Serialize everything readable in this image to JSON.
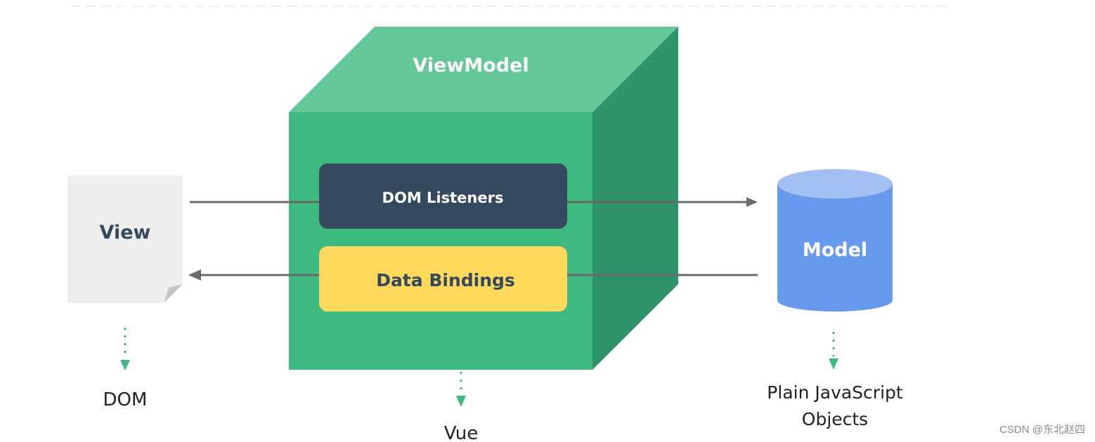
{
  "diagram": {
    "title": "Vue MVVM architecture",
    "nodes": {
      "view": {
        "label": "View",
        "caption": "DOM"
      },
      "viewmodel": {
        "label": "ViewModel",
        "caption": "Vue"
      },
      "dom_listeners": {
        "label": "DOM Listeners"
      },
      "data_bindings": {
        "label": "Data Bindings"
      },
      "model": {
        "label": "Model",
        "caption_line1": "Plain JavaScript",
        "caption_line2": "Objects"
      }
    },
    "edges": [
      {
        "from": "view",
        "to": "model",
        "via": "DOM Listeners",
        "direction": "right"
      },
      {
        "from": "model",
        "to": "view",
        "via": "Data Bindings",
        "direction": "left"
      }
    ],
    "colors": {
      "cube_front": "#3eba80",
      "cube_top": "#64c797",
      "cube_side": "#2f9369",
      "dom_listeners_bg": "#34495e",
      "data_bindings_bg": "#ffd85c",
      "model_body": "#6799ec",
      "model_top": "#a3c0f2",
      "view_page": "#eeeeee",
      "arrow": "#6b6b6b",
      "dotted_arrow": "#3eba80"
    }
  },
  "watermark": "CSDN @东北赵四"
}
